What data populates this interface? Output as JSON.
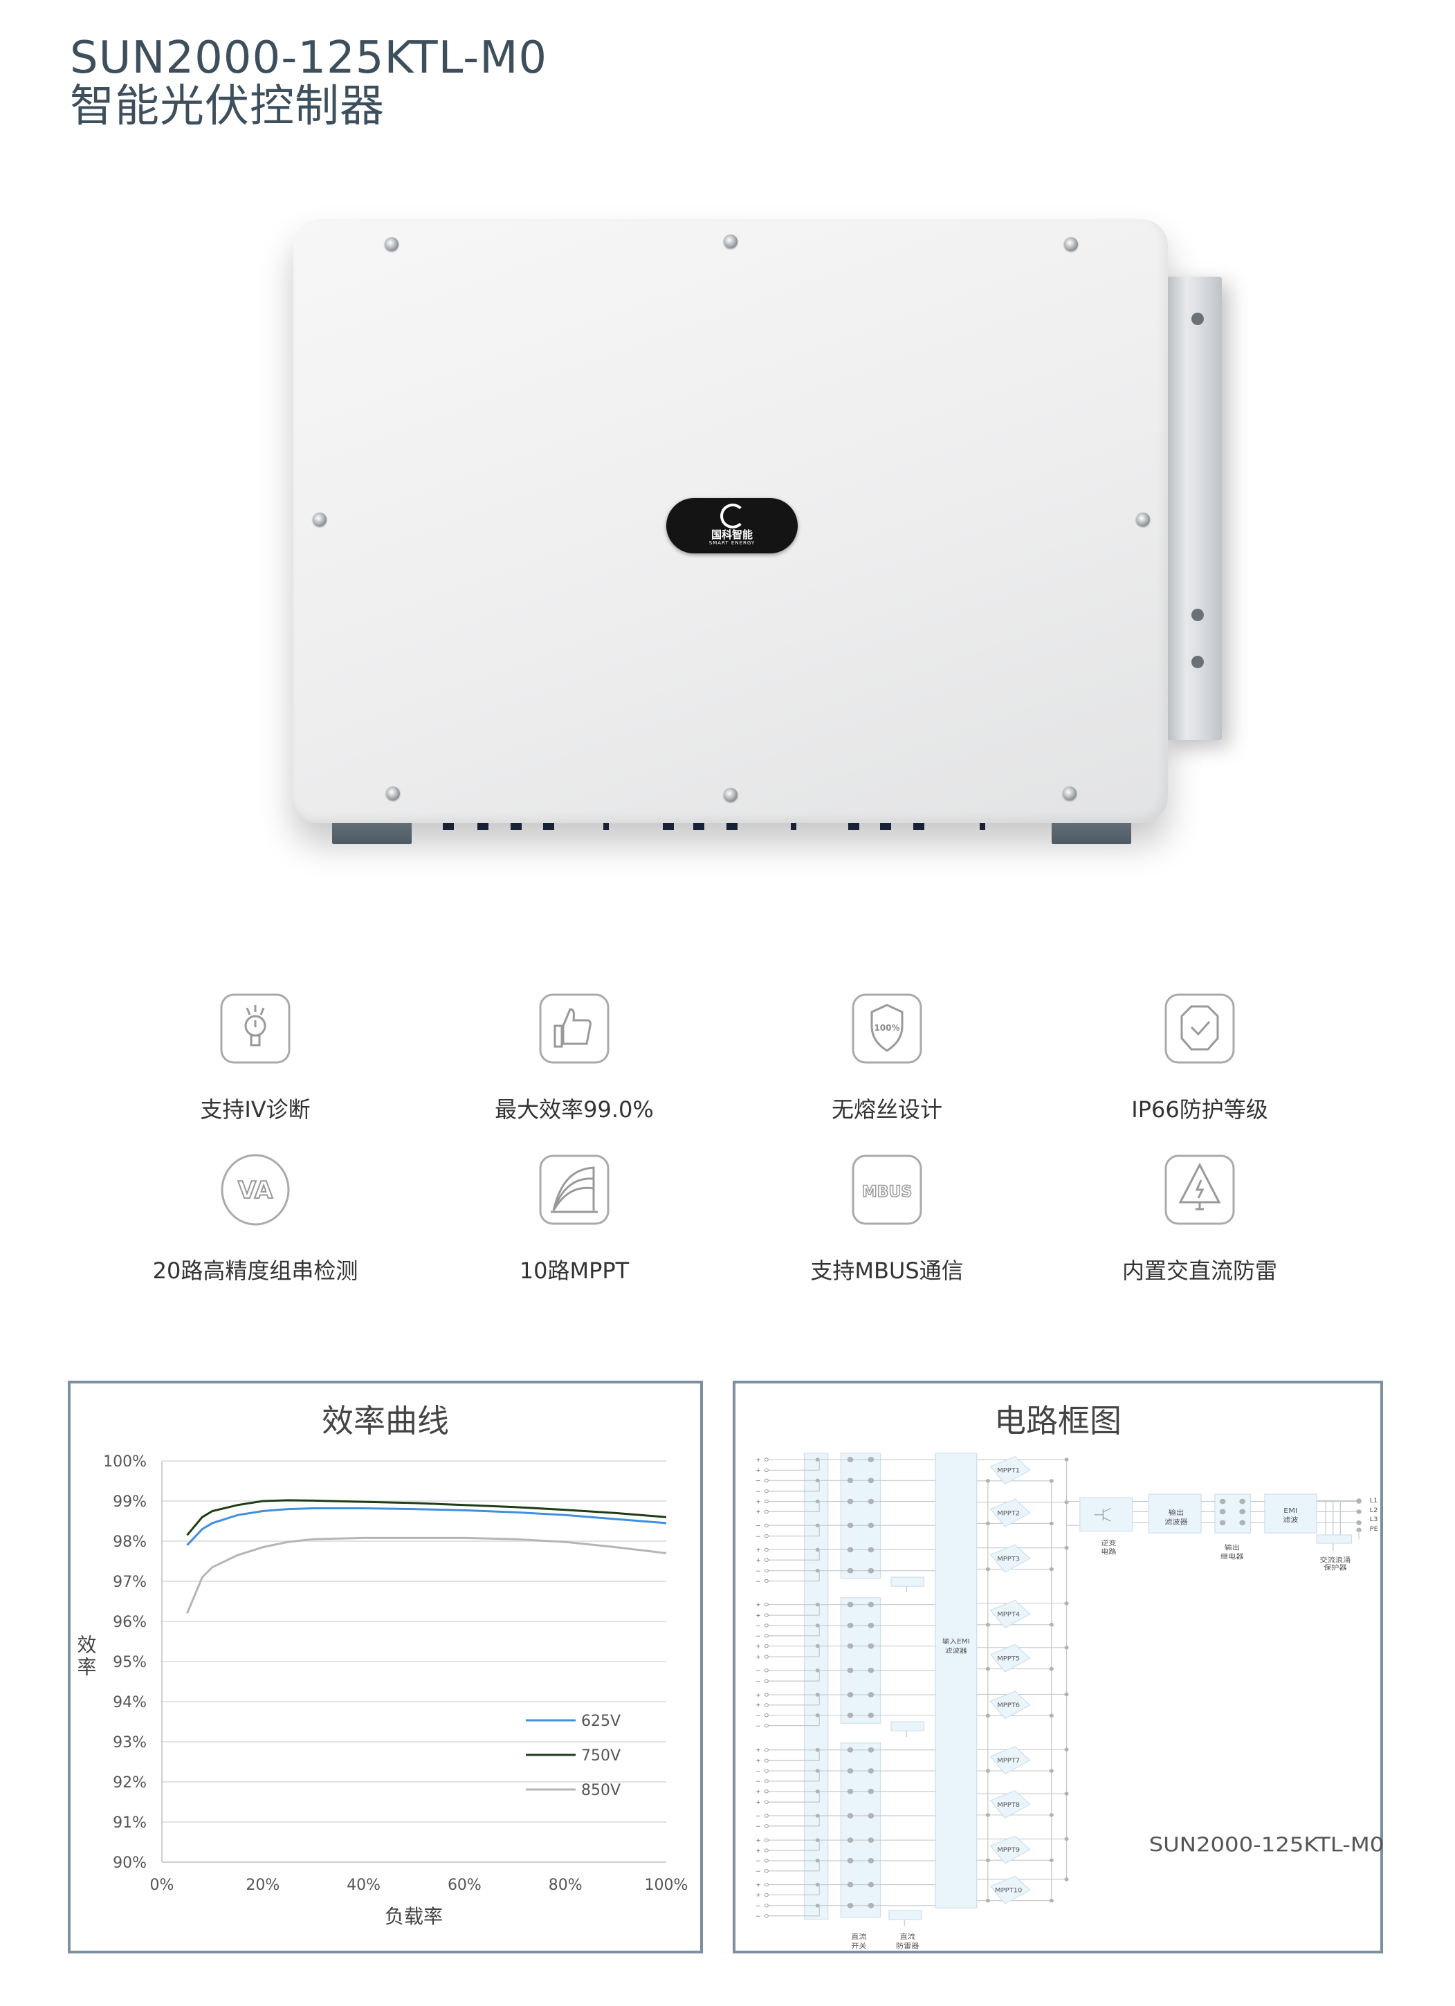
{
  "header": {
    "model": "SUN2000-125KTL-M0",
    "name": "智能光伏控制器"
  },
  "product": {
    "logo_cn": "国科智能",
    "logo_en": "SMART ENERGY"
  },
  "features": [
    {
      "icon": "lightbulb-alert-icon",
      "label": "支持IV诊断"
    },
    {
      "icon": "thumbs-up-icon",
      "label": "最大效率99.0%"
    },
    {
      "icon": "shield-100-icon",
      "label": "无熔丝设计"
    },
    {
      "icon": "shield-check-icon",
      "label": "IP66防护等级"
    },
    {
      "icon": "va-icon",
      "label": "20路高精度组串检测"
    },
    {
      "icon": "curve-icon",
      "label": "10路MPPT"
    },
    {
      "icon": "mbus-icon",
      "label": "支持MBUS通信"
    },
    {
      "icon": "lightning-warning-icon",
      "label": "内置交直流防雷"
    }
  ],
  "chart_data": {
    "type": "line",
    "title": "效率曲线",
    "xlabel": "负载率",
    "ylabel": "效率",
    "xlim": [
      0,
      100
    ],
    "ylim": [
      90,
      100
    ],
    "grid": true,
    "legend_position": "right-middle",
    "x_ticks": [
      "0%",
      "20%",
      "40%",
      "60%",
      "80%",
      "100%"
    ],
    "y_ticks": [
      "90%",
      "91%",
      "92%",
      "93%",
      "94%",
      "95%",
      "96%",
      "97%",
      "98%",
      "99%",
      "100%"
    ],
    "x": [
      5,
      8,
      10,
      15,
      20,
      25,
      30,
      40,
      50,
      60,
      70,
      80,
      90,
      100
    ],
    "series": [
      {
        "name": "625V",
        "color": "#3f8fdc",
        "values": [
          97.9,
          98.3,
          98.45,
          98.65,
          98.75,
          98.8,
          98.82,
          98.82,
          98.8,
          98.77,
          98.72,
          98.65,
          98.55,
          98.45
        ]
      },
      {
        "name": "750V",
        "color": "#1e3d14",
        "values": [
          98.15,
          98.6,
          98.75,
          98.9,
          99.0,
          99.02,
          99.01,
          98.98,
          98.95,
          98.9,
          98.85,
          98.78,
          98.7,
          98.6
        ]
      },
      {
        "name": "850V",
        "color": "#b5b5b5",
        "values": [
          96.2,
          97.1,
          97.35,
          97.65,
          97.85,
          97.98,
          98.05,
          98.08,
          98.08,
          98.08,
          98.05,
          97.98,
          97.85,
          97.7
        ]
      }
    ]
  },
  "circuit": {
    "title": "电路框图",
    "model": "SUN2000-125KTL-M0",
    "input_emi": [
      "输入EMI",
      "滤波器"
    ],
    "mppt": [
      "MPPT1",
      "MPPT2",
      "MPPT3",
      "MPPT4",
      "MPPT5",
      "MPPT6",
      "MPPT7",
      "MPPT8",
      "MPPT9",
      "MPPT10"
    ],
    "inverter": [
      "逆变",
      "电路"
    ],
    "output_filter": [
      "输出",
      "滤波器"
    ],
    "output_relay": [
      "输出",
      "继电器"
    ],
    "emi_filter": [
      "EMI",
      "滤波"
    ],
    "ac_surge": [
      "交流浪涌",
      "保护器"
    ],
    "dc_switch": [
      "直流",
      "开关"
    ],
    "dc_surge": [
      "直流",
      "防雷器"
    ],
    "ac_lines": [
      "L1",
      "L2",
      "L3",
      "PE"
    ],
    "terminal_signs": [
      "+",
      "+",
      "−",
      "−",
      "+",
      "+",
      "−",
      "−",
      "+",
      "+",
      "−",
      "−",
      "+",
      "+",
      "−",
      "−",
      "+",
      "+",
      "−",
      "−",
      "+",
      "+",
      "−",
      "−",
      "+",
      "+",
      "−",
      "−",
      "+",
      "+",
      "−",
      "−",
      "+",
      "+",
      "−",
      "−",
      "+",
      "+",
      "−",
      "−"
    ]
  }
}
